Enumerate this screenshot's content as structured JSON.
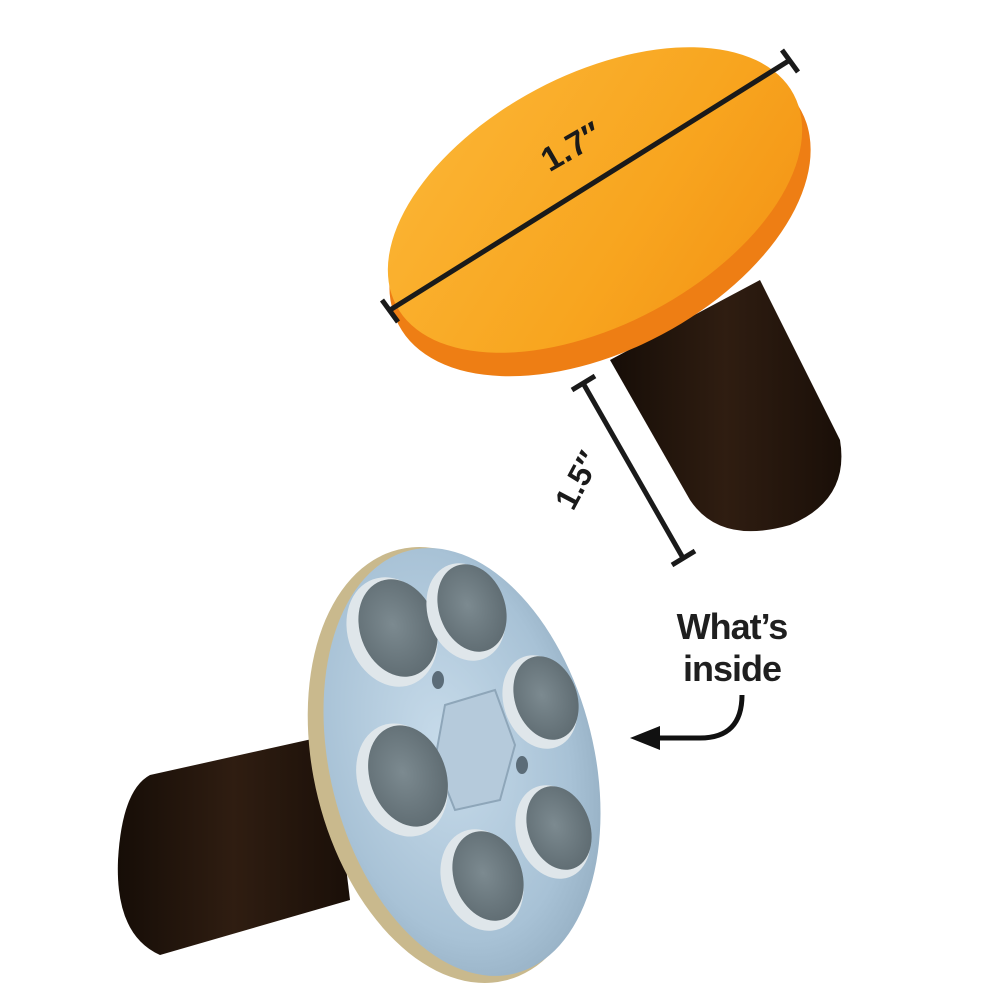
{
  "image": {
    "description": "Product photo of an orange-capped magnetic knob with its magnet base shown",
    "background": "#ffffff"
  },
  "product": {
    "cap_color": "#f7a01e",
    "cap_edge_color": "#f07f12",
    "stem_color": "#2a1a10",
    "plate_color": "#a9c3d8",
    "magnet_color": "#6e7d84",
    "magnet_count": 6
  },
  "annotations": {
    "cap_diameter": {
      "label": "1.7″"
    },
    "stem_length": {
      "label": "1.5″"
    },
    "callout": {
      "line1": "What’s",
      "line2": "inside"
    }
  }
}
